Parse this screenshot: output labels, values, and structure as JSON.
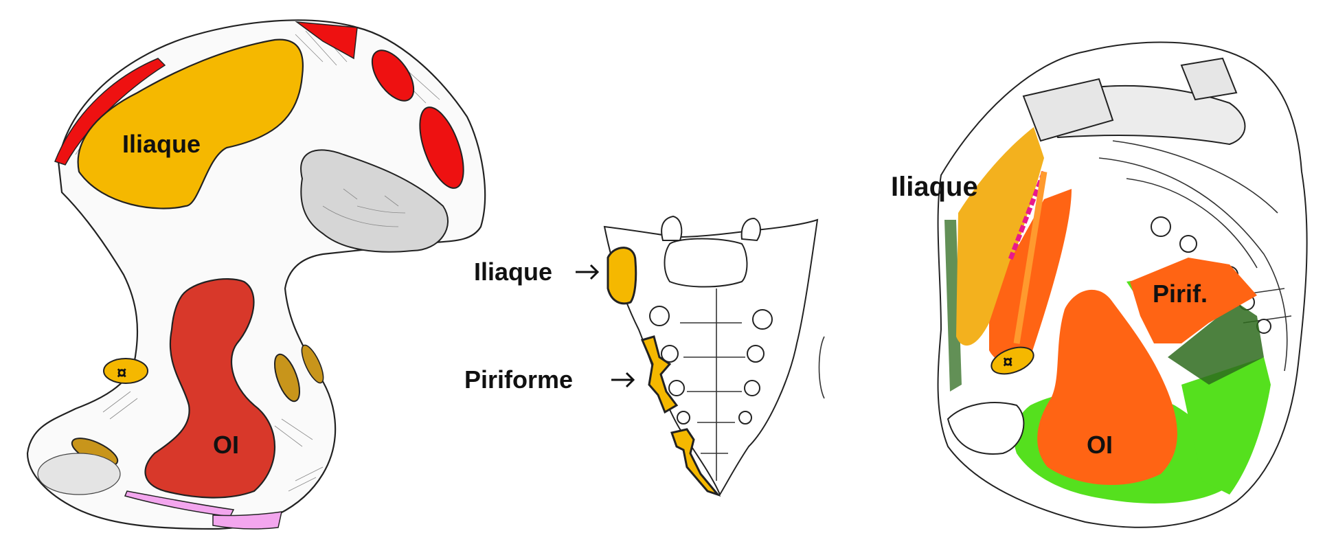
{
  "panels": {
    "left": {
      "labels": {
        "iliaque": "Iliaque",
        "oi": "OI",
        "symbol": "¤"
      },
      "colors": {
        "iliaque": "#f5b800",
        "oi": "#d8382a",
        "red": "#ee1111",
        "tan": "#c8951b",
        "pink": "#f3a6ee"
      }
    },
    "middle": {
      "labels": {
        "iliaque": "Iliaque",
        "piriforme": "Piriforme"
      },
      "colors": {
        "muscle": "#f5b800"
      }
    },
    "right": {
      "labels": {
        "iliaque": "Iliaque",
        "pirif": "Pirif.",
        "oi": "OI",
        "symbol": "¤"
      },
      "colors": {
        "orange": "#ff6414",
        "iliaque": "#f3b11e",
        "green": "#55e01e",
        "darkgreen": "#2e6b1d",
        "magenta": "#e8198c"
      }
    }
  }
}
